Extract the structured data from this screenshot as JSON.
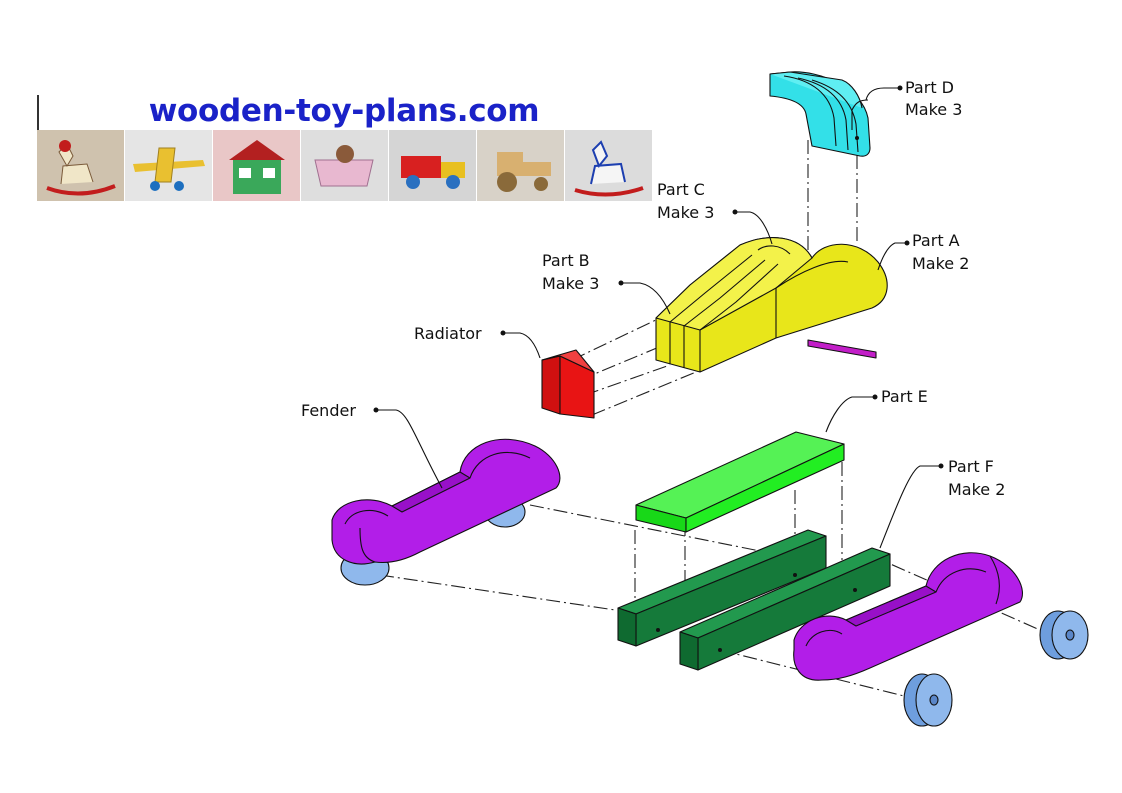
{
  "banner": {
    "title": "wooden-toy-plans.com",
    "thumbnails": [
      {
        "icon": "rocking-horse-thumb",
        "bg": "#cfc2ae",
        "fg": "#f0e6c8",
        "accent": "#c21d1d"
      },
      {
        "icon": "airplane-thumb",
        "bg": "#e5e5e5",
        "fg": "#e9c030",
        "accent": "#1d6fbf"
      },
      {
        "icon": "dollhouse-thumb",
        "bg": "#e9c7c7",
        "fg": "#3aa85a",
        "accent": "#b32020"
      },
      {
        "icon": "cradle-thumb",
        "bg": "#dedede",
        "fg": "#e8b8d0",
        "accent": "#8a5a3a"
      },
      {
        "icon": "truck-thumb",
        "bg": "#d5d5d5",
        "fg": "#d82020",
        "accent": "#2a70c0"
      },
      {
        "icon": "tractor-thumb",
        "bg": "#d8d2c8",
        "fg": "#d8b070",
        "accent": "#8a6a3a"
      },
      {
        "icon": "rocking-horse-2-thumb",
        "bg": "#dcdcdc",
        "fg": "#f5f5f5",
        "accent": "#1d3fb0"
      }
    ]
  },
  "labels": {
    "part_d": {
      "name": "Part D",
      "qty": "Make 3"
    },
    "part_c": {
      "name": "Part C",
      "qty": "Make 3"
    },
    "part_a": {
      "name": "Part A",
      "qty": "Make 2"
    },
    "part_b": {
      "name": "Part B",
      "qty": "Make 3"
    },
    "radiator": {
      "name": "Radiator"
    },
    "fender": {
      "name": "Fender"
    },
    "part_e": {
      "name": "Part E"
    },
    "part_f": {
      "name": "Part F",
      "qty": "Make 2"
    }
  },
  "colors": {
    "part_d": "#33e0e8",
    "body": "#e8e61a",
    "radiator": "#e81414",
    "fender": "#b21ee8",
    "part_e": "#22ee22",
    "part_f": "#157a3a",
    "wheel": "#8fb8ec",
    "axle": "#c21ec8"
  }
}
